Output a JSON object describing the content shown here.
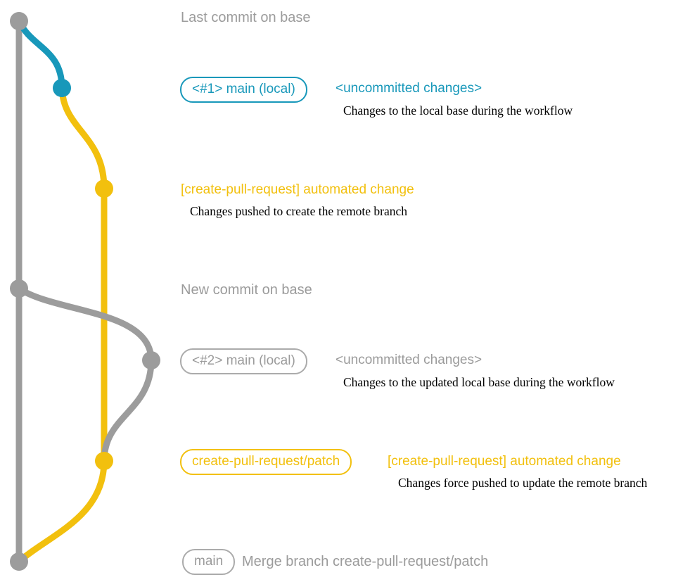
{
  "colors": {
    "gray": "#9c9c9c",
    "badge_gray": "#ababab",
    "text_gray": "#9b9b9b",
    "teal": "#1898ba",
    "yellow": "#f2c00e",
    "black": "#000000"
  },
  "annotations": {
    "last_commit": "Last commit on base",
    "main1": {
      "badge": "<#1> main (local)",
      "status": "<uncommitted changes>",
      "note": "Changes to the local base during the workflow"
    },
    "cpr1": {
      "title": "[create-pull-request] automated change",
      "note": "Changes pushed to create the remote branch"
    },
    "new_commit": "New commit on base",
    "main2": {
      "badge": "<#2> main (local)",
      "status": "<uncommitted changes>",
      "note": "Changes to the updated local base during the workflow"
    },
    "patch": {
      "badge": "create-pull-request/patch",
      "title": "[create-pull-request] automated change",
      "note": "Changes force pushed to update the remote branch"
    },
    "merge": {
      "badge": "main",
      "title": "Merge branch create-pull-request/patch"
    }
  }
}
